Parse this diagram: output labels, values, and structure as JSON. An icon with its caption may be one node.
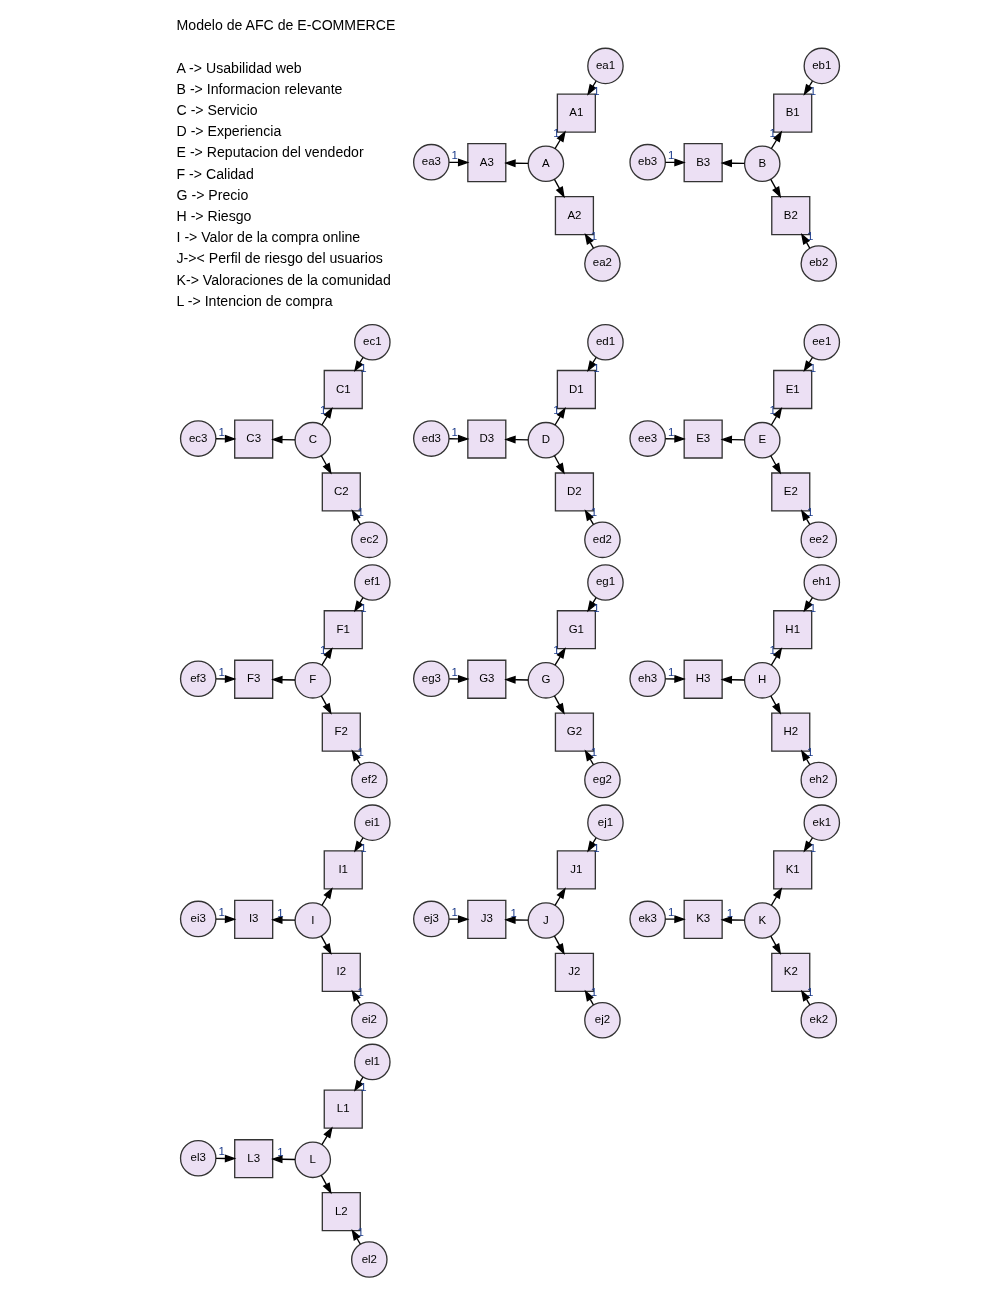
{
  "diagram": {
    "nodes": [
      {
        "text": [
          "A"
        ]
      },
      {
        "text": [
          "A1"
        ]
      },
      {
        "text": [
          "A2"
        ]
      },
      {
        "text": [
          "A3"
        ]
      },
      {
        "text": [
          "ea1"
        ]
      },
      {
        "text": [
          "ea2"
        ]
      },
      {
        "text": [
          "ea3"
        ]
      },
      {
        "text": [
          "B"
        ]
      },
      {
        "text": [
          "B1"
        ]
      },
      {
        "text": [
          "B2"
        ]
      },
      {
        "text": [
          "B3"
        ]
      },
      {
        "text": [
          "eb1"
        ]
      },
      {
        "text": [
          "eb2"
        ]
      },
      {
        "text": [
          "eb3"
        ]
      },
      {
        "text": [
          "C"
        ]
      },
      {
        "text": [
          "C1"
        ]
      },
      {
        "text": [
          "C2"
        ]
      },
      {
        "text": [
          "C3"
        ]
      },
      {
        "text": [
          "ec1"
        ]
      },
      {
        "text": [
          "ec2"
        ]
      },
      {
        "text": [
          "ec3"
        ]
      },
      {
        "text": [
          "D"
        ]
      },
      {
        "text": [
          "D1"
        ]
      },
      {
        "text": [
          "D2"
        ]
      },
      {
        "text": [
          "D3"
        ]
      },
      {
        "text": [
          "ed1"
        ]
      },
      {
        "text": [
          "ed2"
        ]
      },
      {
        "text": [
          "ed3"
        ]
      },
      {
        "text": [
          "E"
        ]
      },
      {
        "text": [
          "E1"
        ]
      },
      {
        "text": [
          "E2"
        ]
      },
      {
        "text": [
          "E3"
        ]
      },
      {
        "text": [
          "ee1"
        ]
      },
      {
        "text": [
          "ee2"
        ]
      },
      {
        "text": [
          "ee3"
        ]
      },
      {
        "text": [
          "F"
        ]
      },
      {
        "text": [
          "F1"
        ]
      },
      {
        "text": [
          "F2"
        ]
      },
      {
        "text": [
          "F3"
        ]
      },
      {
        "text": [
          "ef1"
        ]
      },
      {
        "text": [
          "ef2"
        ]
      },
      {
        "text": [
          "ef3"
        ]
      },
      {
        "text": [
          "G"
        ]
      },
      {
        "text": [
          "G1"
        ]
      },
      {
        "text": [
          "G2"
        ]
      },
      {
        "text": [
          "G3"
        ]
      },
      {
        "text": [
          "eg1"
        ]
      },
      {
        "text": [
          "eg2"
        ]
      },
      {
        "text": [
          "eg3"
        ]
      },
      {
        "text": [
          "H"
        ]
      },
      {
        "text": [
          "H1"
        ]
      },
      {
        "text": [
          "H2"
        ]
      },
      {
        "text": [
          "H3"
        ]
      },
      {
        "text": [
          "eh1"
        ]
      },
      {
        "text": [
          "eh2"
        ]
      },
      {
        "text": [
          "eh3"
        ]
      },
      {
        "text": [
          "I"
        ]
      },
      {
        "text": [
          "I1"
        ]
      },
      {
        "text": [
          "I2"
        ]
      },
      {
        "text": [
          "I3"
        ]
      },
      {
        "text": [
          "ei1"
        ]
      },
      {
        "text": [
          "ei2"
        ]
      },
      {
        "text": [
          "ei3"
        ]
      },
      {
        "text": [
          "J"
        ]
      },
      {
        "text": [
          "J1"
        ]
      },
      {
        "text": [
          "J2"
        ]
      },
      {
        "text": [
          "J3"
        ]
      },
      {
        "text": [
          "ej1"
        ]
      },
      {
        "text": [
          "ej2"
        ]
      },
      {
        "text": [
          "ej3"
        ]
      },
      {
        "text": [
          "K"
        ]
      },
      {
        "text": [
          "K1"
        ]
      },
      {
        "text": [
          "K2"
        ]
      },
      {
        "text": [
          "K3"
        ]
      },
      {
        "text": [
          "ek1"
        ]
      },
      {
        "text": [
          "ek2"
        ]
      },
      {
        "text": [
          "ek3"
        ]
      },
      {
        "text": [
          "L"
        ]
      },
      {
        "text": [
          "L1"
        ]
      },
      {
        "text": [
          "L2"
        ]
      },
      {
        "text": [
          "L3"
        ]
      },
      {
        "text": [
          "el1"
        ]
      },
      {
        "text": [
          "el2"
        ]
      },
      {
        "text": [
          "el3"
        ]
      }
    ],
    "edges": [
      {
        "from": 0,
        "to": 1,
        "arrow": "to",
        "label": "1"
      },
      {
        "from": 0,
        "to": 2,
        "arrow": "to"
      },
      {
        "from": 0,
        "to": 3,
        "arrow": "to"
      },
      {
        "from": 4,
        "to": 1,
        "arrow": "to",
        "label": "1"
      },
      {
        "from": 5,
        "to": 2,
        "arrow": "to",
        "label": "1"
      },
      {
        "from": 6,
        "to": 3,
        "arrow": "to",
        "label": "1"
      },
      {
        "from": 7,
        "to": 8,
        "arrow": "to",
        "label": "1"
      },
      {
        "from": 7,
        "to": 9,
        "arrow": "to"
      },
      {
        "from": 7,
        "to": 10,
        "arrow": "to"
      },
      {
        "from": 11,
        "to": 8,
        "arrow": "to",
        "label": "1"
      },
      {
        "from": 12,
        "to": 9,
        "arrow": "to",
        "label": "1"
      },
      {
        "from": 13,
        "to": 10,
        "arrow": "to",
        "label": "1"
      },
      {
        "from": 14,
        "to": 15,
        "arrow": "to",
        "label": "1"
      },
      {
        "from": 14,
        "to": 16,
        "arrow": "to"
      },
      {
        "from": 14,
        "to": 17,
        "arrow": "to"
      },
      {
        "from": 18,
        "to": 15,
        "arrow": "to",
        "label": "1"
      },
      {
        "from": 19,
        "to": 16,
        "arrow": "to",
        "label": "1"
      },
      {
        "from": 20,
        "to": 17,
        "arrow": "to",
        "label": "1"
      },
      {
        "from": 21,
        "to": 22,
        "arrow": "to",
        "label": "1"
      },
      {
        "from": 21,
        "to": 23,
        "arrow": "to"
      },
      {
        "from": 21,
        "to": 24,
        "arrow": "to"
      },
      {
        "from": 25,
        "to": 22,
        "arrow": "to",
        "label": "1"
      },
      {
        "from": 26,
        "to": 23,
        "arrow": "to",
        "label": "1"
      },
      {
        "from": 27,
        "to": 24,
        "arrow": "to",
        "label": "1"
      },
      {
        "from": 28,
        "to": 29,
        "arrow": "to",
        "label": "1"
      },
      {
        "from": 28,
        "to": 30,
        "arrow": "to"
      },
      {
        "from": 28,
        "to": 31,
        "arrow": "to"
      },
      {
        "from": 32,
        "to": 29,
        "arrow": "to",
        "label": "1"
      },
      {
        "from": 33,
        "to": 30,
        "arrow": "to",
        "label": "1"
      },
      {
        "from": 34,
        "to": 31,
        "arrow": "to",
        "label": "1"
      },
      {
        "from": 35,
        "to": 36,
        "arrow": "to",
        "label": "1"
      },
      {
        "from": 35,
        "to": 37,
        "arrow": "to"
      },
      {
        "from": 35,
        "to": 38,
        "arrow": "to"
      },
      {
        "from": 39,
        "to": 36,
        "arrow": "to",
        "label": "1"
      },
      {
        "from": 40,
        "to": 37,
        "arrow": "to",
        "label": "1"
      },
      {
        "from": 41,
        "to": 38,
        "arrow": "to",
        "label": "1"
      },
      {
        "from": 42,
        "to": 43,
        "arrow": "to",
        "label": "1"
      },
      {
        "from": 42,
        "to": 44,
        "arrow": "to"
      },
      {
        "from": 42,
        "to": 45,
        "arrow": "to"
      },
      {
        "from": 46,
        "to": 43,
        "arrow": "to",
        "label": "1"
      },
      {
        "from": 47,
        "to": 44,
        "arrow": "to",
        "label": "1"
      },
      {
        "from": 48,
        "to": 45,
        "arrow": "to",
        "label": "1"
      },
      {
        "from": 49,
        "to": 50,
        "arrow": "to",
        "label": "1"
      },
      {
        "from": 49,
        "to": 51,
        "arrow": "to"
      },
      {
        "from": 49,
        "to": 52,
        "arrow": "to"
      },
      {
        "from": 53,
        "to": 50,
        "arrow": "to",
        "label": "1"
      },
      {
        "from": 54,
        "to": 51,
        "arrow": "to",
        "label": "1"
      },
      {
        "from": 55,
        "to": 52,
        "arrow": "to",
        "label": "1"
      },
      {
        "from": 56,
        "to": 57,
        "arrow": "to"
      },
      {
        "from": 56,
        "to": 58,
        "arrow": "to"
      },
      {
        "from": 56,
        "to": 59,
        "arrow": "to",
        "label": "1"
      },
      {
        "from": 60,
        "to": 57,
        "arrow": "to",
        "label": "1"
      },
      {
        "from": 61,
        "to": 58,
        "arrow": "to",
        "label": "1"
      },
      {
        "from": 62,
        "to": 59,
        "arrow": "to",
        "label": "1"
      },
      {
        "from": 63,
        "to": 64,
        "arrow": "to"
      },
      {
        "from": 63,
        "to": 65,
        "arrow": "to"
      },
      {
        "from": 63,
        "to": 66,
        "arrow": "to",
        "label": "1"
      },
      {
        "from": 67,
        "to": 64,
        "arrow": "to",
        "label": "1"
      },
      {
        "from": 68,
        "to": 65,
        "arrow": "to",
        "label": "1"
      },
      {
        "from": 69,
        "to": 66,
        "arrow": "to",
        "label": "1"
      },
      {
        "from": 70,
        "to": 71,
        "arrow": "to"
      },
      {
        "from": 70,
        "to": 72,
        "arrow": "to"
      },
      {
        "from": 70,
        "to": 73,
        "arrow": "to",
        "label": "1"
      },
      {
        "from": 74,
        "to": 71,
        "arrow": "to",
        "label": "1"
      },
      {
        "from": 75,
        "to": 72,
        "arrow": "to",
        "label": "1"
      },
      {
        "from": 76,
        "to": 73,
        "arrow": "to",
        "label": "1"
      },
      {
        "from": 77,
        "to": 78,
        "arrow": "to"
      },
      {
        "from": 77,
        "to": 79,
        "arrow": "to"
      },
      {
        "from": 77,
        "to": 80,
        "arrow": "to",
        "label": "1"
      },
      {
        "from": 81,
        "to": 78,
        "arrow": "to",
        "label": "1"
      },
      {
        "from": 82,
        "to": 79,
        "arrow": "to",
        "label": "1"
      },
      {
        "from": 83,
        "to": 80,
        "arrow": "to",
        "label": "1"
      }
    ],
    "labels": [
      "Modelo de AFC de E-COMMERCE",
      "A -> Usabilidad web",
      "B -> Informacion relevante",
      "C -> Servicio",
      "D -> Experiencia",
      "E -> Reputacion del vendedor",
      "F -> Calidad",
      "G -> Precio",
      "H -> Riesgo",
      "I -> Valor de la compra online",
      "J->< Perfil de riesgo del usuarios",
      "K-> Valoraciones de la comunidad",
      "L -> Intencion de compra"
    ]
  }
}
